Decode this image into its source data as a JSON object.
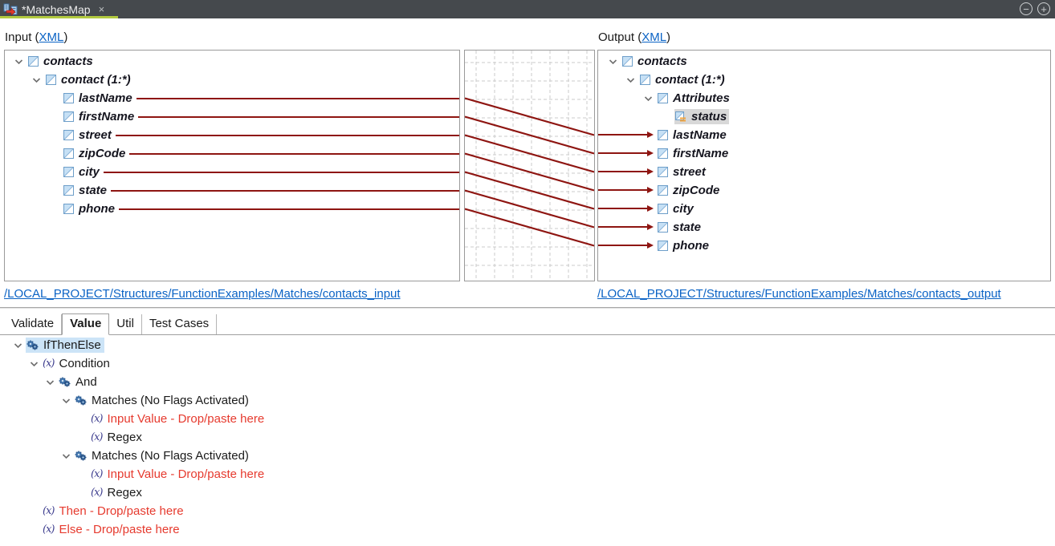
{
  "titlebar": {
    "tab_label": "*MatchesMap",
    "close_label": "×",
    "collapse_all_label": "−",
    "expand_all_label": "+"
  },
  "mapping": {
    "input": {
      "header_prefix": "Input (",
      "header_link": "XML",
      "header_suffix": ")",
      "footer_link": "/LOCAL_PROJECT/Structures/FunctionExamples/Matches/contacts_input",
      "tree": [
        {
          "label": "contacts",
          "level": 0,
          "chevron": true,
          "line": false
        },
        {
          "label": "contact (1:*)",
          "level": 1,
          "chevron": true,
          "line": false
        },
        {
          "label": "lastName",
          "level": 2,
          "chevron": false,
          "line": true
        },
        {
          "label": "firstName",
          "level": 2,
          "chevron": false,
          "line": true
        },
        {
          "label": "street",
          "level": 2,
          "chevron": false,
          "line": true
        },
        {
          "label": "zipCode",
          "level": 2,
          "chevron": false,
          "line": true
        },
        {
          "label": "city",
          "level": 2,
          "chevron": false,
          "line": true
        },
        {
          "label": "state",
          "level": 2,
          "chevron": false,
          "line": true
        },
        {
          "label": "phone",
          "level": 2,
          "chevron": false,
          "line": true
        }
      ]
    },
    "output": {
      "header_prefix": "Output (",
      "header_link": "XML",
      "header_suffix": ")",
      "footer_link": "/LOCAL_PROJECT/Structures/FunctionExamples/Matches/contacts_output",
      "tree": [
        {
          "label": "contacts",
          "level": 0,
          "chevron": true,
          "icon": "el",
          "arrow": false,
          "selected": false
        },
        {
          "label": "contact (1:*)",
          "level": 1,
          "chevron": true,
          "icon": "el",
          "arrow": false,
          "selected": false
        },
        {
          "label": "Attributes",
          "level": 2,
          "chevron": true,
          "icon": "el",
          "arrow": false,
          "selected": false
        },
        {
          "label": "status",
          "level": 3,
          "chevron": false,
          "icon": "attr",
          "arrow": false,
          "selected": true
        },
        {
          "label": "lastName",
          "level": 2,
          "chevron": false,
          "icon": "el",
          "arrow": true,
          "selected": false
        },
        {
          "label": "firstName",
          "level": 2,
          "chevron": false,
          "icon": "el",
          "arrow": true,
          "selected": false
        },
        {
          "label": "street",
          "level": 2,
          "chevron": false,
          "icon": "el",
          "arrow": true,
          "selected": false
        },
        {
          "label": "zipCode",
          "level": 2,
          "chevron": false,
          "icon": "el",
          "arrow": true,
          "selected": false
        },
        {
          "label": "city",
          "level": 2,
          "chevron": false,
          "icon": "el",
          "arrow": true,
          "selected": false
        },
        {
          "label": "state",
          "level": 2,
          "chevron": false,
          "icon": "el",
          "arrow": true,
          "selected": false
        },
        {
          "label": "phone",
          "level": 2,
          "chevron": false,
          "icon": "el",
          "arrow": true,
          "selected": false
        }
      ]
    },
    "connections": [
      {
        "from": "lastName",
        "to": "lastName",
        "input_row": 2,
        "output_row": 4
      },
      {
        "from": "firstName",
        "to": "firstName",
        "input_row": 3,
        "output_row": 5
      },
      {
        "from": "street",
        "to": "street",
        "input_row": 4,
        "output_row": 6
      },
      {
        "from": "zipCode",
        "to": "zipCode",
        "input_row": 5,
        "output_row": 7
      },
      {
        "from": "city",
        "to": "city",
        "input_row": 6,
        "output_row": 8
      },
      {
        "from": "state",
        "to": "state",
        "input_row": 7,
        "output_row": 9
      },
      {
        "from": "phone",
        "to": "phone",
        "input_row": 8,
        "output_row": 10
      }
    ]
  },
  "bottom": {
    "tabs": [
      {
        "label": "Validate",
        "active": false
      },
      {
        "label": "Value",
        "active": true
      },
      {
        "label": "Util",
        "active": false
      },
      {
        "label": "Test Cases",
        "active": false
      }
    ],
    "tree": [
      {
        "label": "IfThenElse",
        "level": 0,
        "chevron": true,
        "icon": "gears",
        "red": false,
        "selected": true
      },
      {
        "label": "Condition",
        "level": 1,
        "chevron": true,
        "icon": "fx",
        "red": false,
        "selected": false
      },
      {
        "label": "And",
        "level": 2,
        "chevron": true,
        "icon": "gears",
        "red": false,
        "selected": false
      },
      {
        "label": "Matches (No Flags Activated)",
        "level": 3,
        "chevron": true,
        "icon": "gears",
        "red": false,
        "selected": false
      },
      {
        "label": "Input Value - Drop/paste here",
        "level": 4,
        "chevron": false,
        "icon": "fx",
        "red": true,
        "selected": false
      },
      {
        "label": "Regex",
        "level": 4,
        "chevron": false,
        "icon": "fx",
        "red": false,
        "selected": false
      },
      {
        "label": "Matches (No Flags Activated)",
        "level": 3,
        "chevron": true,
        "icon": "gears",
        "red": false,
        "selected": false
      },
      {
        "label": "Input Value - Drop/paste here",
        "level": 4,
        "chevron": false,
        "icon": "fx",
        "red": true,
        "selected": false
      },
      {
        "label": "Regex",
        "level": 4,
        "chevron": false,
        "icon": "fx",
        "red": false,
        "selected": false
      },
      {
        "label": "Then - Drop/paste here",
        "level": 1,
        "chevron": false,
        "icon": "fx",
        "red": true,
        "selected": false
      },
      {
        "label": "Else - Drop/paste here",
        "level": 1,
        "chevron": false,
        "icon": "fx",
        "red": true,
        "selected": false
      }
    ]
  },
  "colors": {
    "titlebar_bg": "#45494d",
    "active_tab_underline": "#b2c93f",
    "mapping_line": "#8e1511",
    "link_blue": "#0b63c5",
    "drop_hint_red": "#e63a2e",
    "selection_blue": "#cce4f7",
    "selection_gray": "#d8d8d8",
    "grid_dash": "#cbcbcb"
  }
}
